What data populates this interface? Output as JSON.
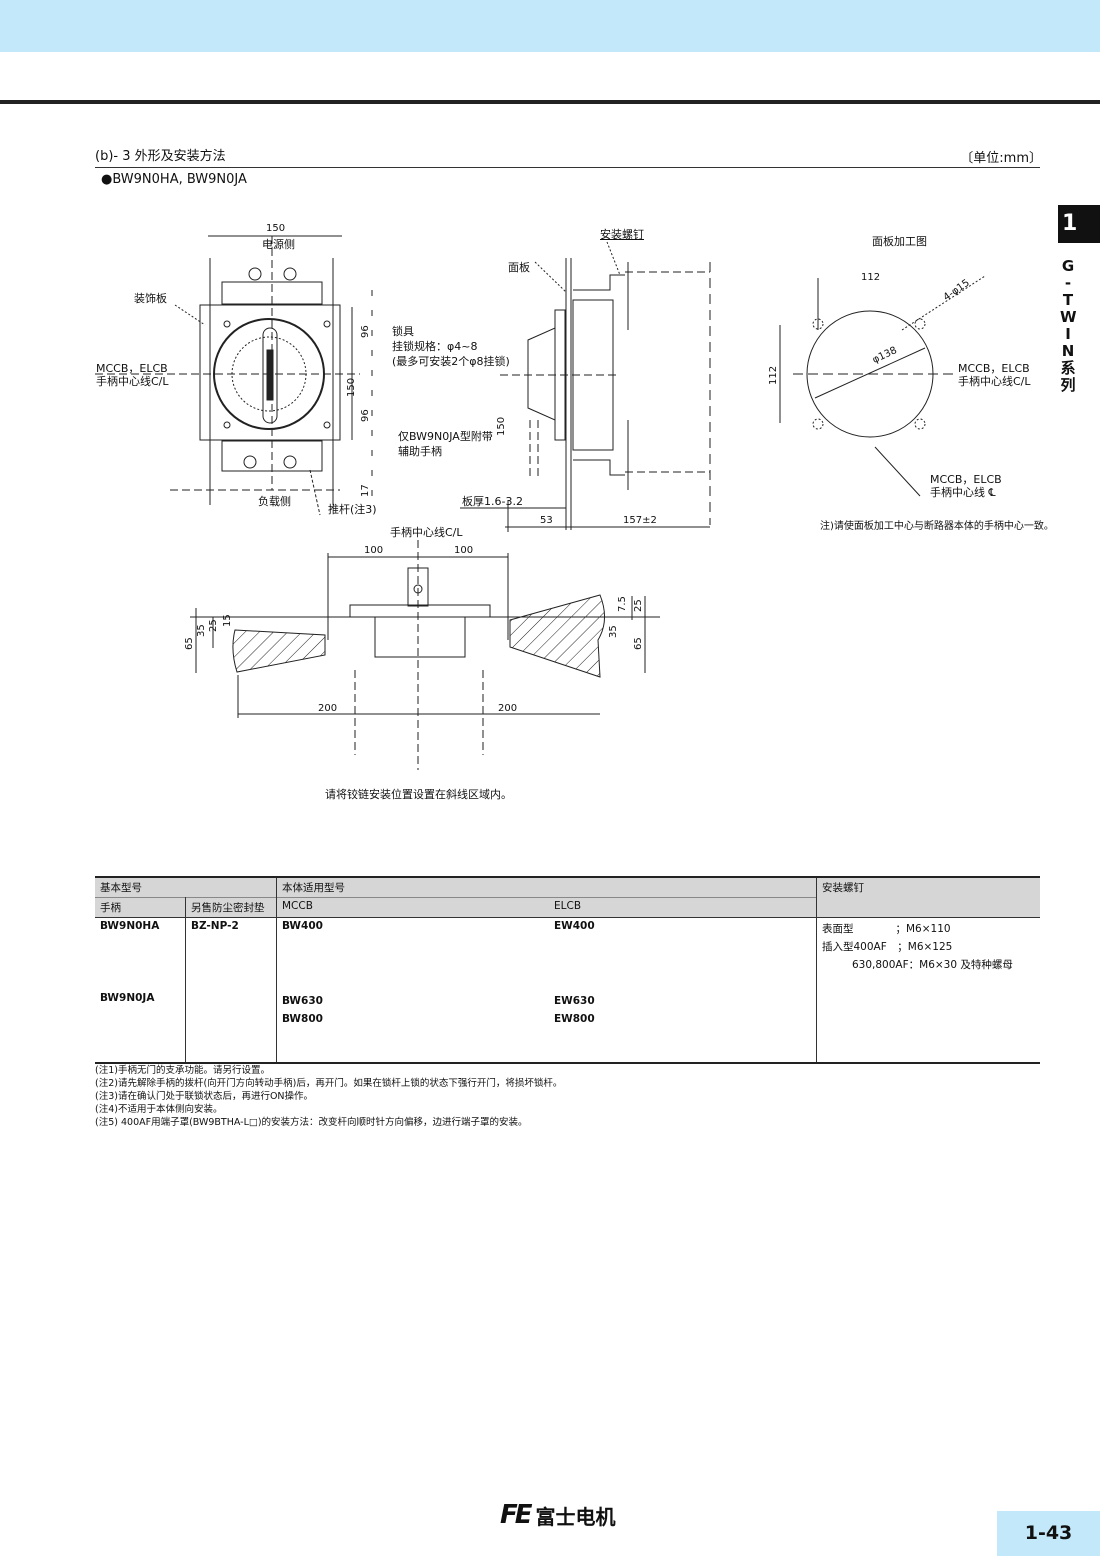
{
  "header": {
    "band_color": "#c2e8fa"
  },
  "section": {
    "title": "(b)- 3  外形及安装方法",
    "unit": "〔单位:mm〕",
    "models": "●BW9N0HA, BW9N0JA"
  },
  "side_tab": {
    "chapter": "1",
    "series_chars": [
      "G",
      "-",
      "T",
      "W",
      "I",
      "N",
      "系",
      "列"
    ]
  },
  "front_view": {
    "dim_width": "150",
    "power_side": "电源侧",
    "load_side": "负载侧",
    "decor_plate": "装饰板",
    "cl_label_1": "MCCB，ELCB",
    "cl_label_2": "手柄中心线C/L",
    "dim_96_top": "96",
    "dim_96_bottom": "96",
    "dim_150": "150",
    "dim_17": "17",
    "push_rod": "推杆(注3)"
  },
  "side_view": {
    "mount_screw": "安装螺钉",
    "panel": "面板",
    "lock_1": "锁具",
    "lock_2": "挂锁规格：φ4~8",
    "lock_3": "(最多可安装2个φ8挂锁)",
    "aux_1": "仅BW9N0JA型附带",
    "aux_2": "辅助手柄",
    "dim_150": "150",
    "thickness": "板厚1.6-3.2",
    "dim_53": "53",
    "dim_157": "157±2"
  },
  "panel_cut": {
    "title": "面板加工图",
    "dim_112_h": "112",
    "dim_112_v": "112",
    "holes": "4-φ15",
    "dia": "φ138",
    "cl_1": "MCCB，ELCB",
    "cl_2": "手柄中心线C/L",
    "cl2_1": "MCCB，ELCB",
    "cl2_2": "手柄中心线 ℄",
    "note": "注)请使面板加工中心与断路器本体的手柄中心一致。"
  },
  "hinge_view": {
    "cl": "手柄中心线C/L",
    "d100_l": "100",
    "d100_r": "100",
    "d200_l": "200",
    "d200_r": "200",
    "l65": "65",
    "l35": "35",
    "l25": "25",
    "l15": "15",
    "r75": "7.5",
    "r25": "25",
    "r35": "35",
    "r65": "65",
    "note": "请将铰链安装位置设置在斜线区域内。"
  },
  "table": {
    "h_base": "基本型号",
    "h_body": "本体适用型号",
    "h_screw": "安装螺钉",
    "h_handle": "手柄",
    "h_seal": "另售防尘密封垫",
    "h_mccb": "MCCB",
    "h_elcb": "ELCB",
    "handle_1": "BW9N0HA",
    "seal_1": "BZ-NP-2",
    "mccb_1": "BW400",
    "elcb_1": "EW400",
    "handle_2": "BW9N0JA",
    "mccb_2": "BW630",
    "elcb_2": "EW630",
    "mccb_3": "BW800",
    "elcb_3": "EW800",
    "screw_1": "表面型　　　　；M6×110",
    "screw_2": "插入型400AF　；M6×125",
    "screw_3": "630,800AF：M6×30 及特种螺母"
  },
  "notes": [
    "(注1)手柄无门的支承功能。请另行设置。",
    "(注2)请先解除手柄的拨杆(向开门方向转动手柄)后，再开门。如果在锁杆上锁的状态下强行开门，将损坏锁杆。",
    "(注3)请在确认门处于联锁状态后，再进行ON操作。",
    "(注4)不适用于本体侧向安装。",
    "(注5) 400AF用端子罩(BW9BTHA-L□)的安装方法：改变杆向顺时针方向偏移，边进行端子罩的安装。"
  ],
  "footer": {
    "logo_mark": "FE",
    "brand": "富士电机",
    "page": "1-43"
  }
}
